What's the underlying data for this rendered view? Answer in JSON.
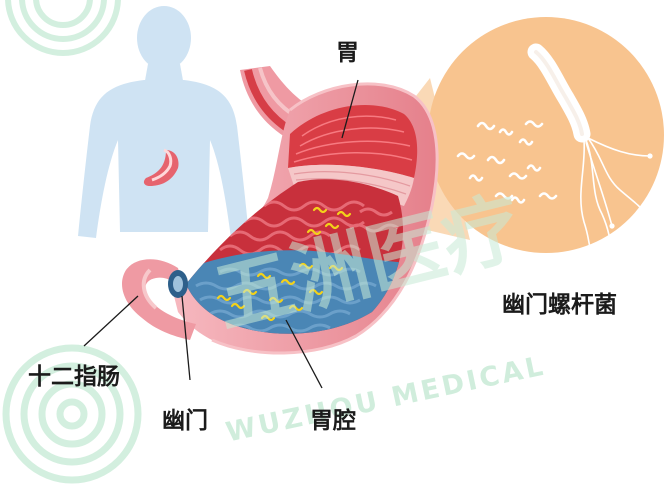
{
  "labels": {
    "stomach": "胃",
    "bacteria": "幽门螺杆菌",
    "duodenum": "十二指肠",
    "pylorus": "幽门",
    "lumen": "胃腔"
  },
  "watermark": {
    "brand_cn": "五洲医疗",
    "brand_en": "WUZHOU MEDICAL"
  },
  "colors": {
    "body_silhouette": "#cfe3f3",
    "zoom_circle": "#f8c48f",
    "stomach_wall": "#ef9aa3",
    "muscle": "#d93d45",
    "lumen": "#4a86b5",
    "bacteria": "#f3d21a",
    "watermark": "#c8ebd6"
  }
}
